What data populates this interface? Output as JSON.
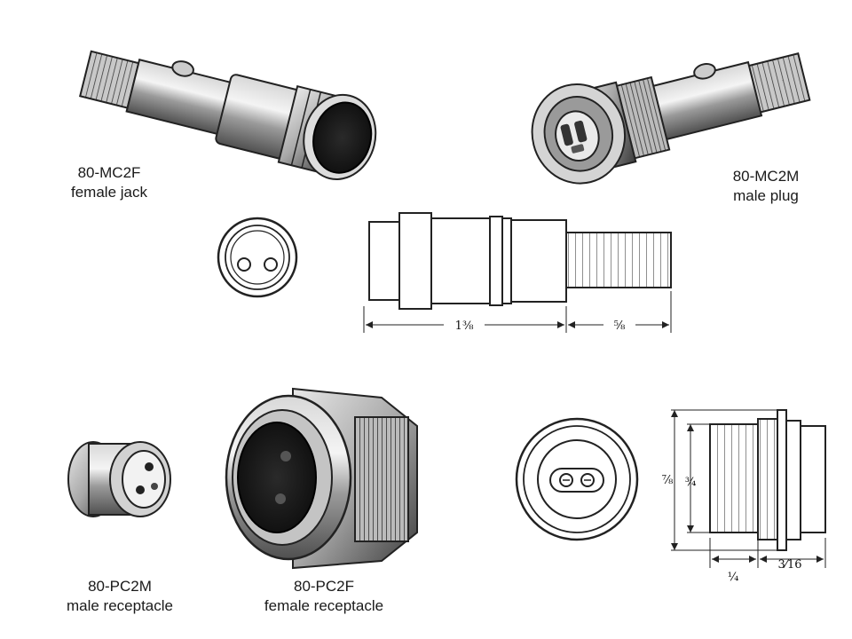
{
  "figures": [
    {
      "part_number": "80-MC2F",
      "description": "female jack"
    },
    {
      "part_number": "80-MC2M",
      "description": "male plug"
    },
    {
      "part_number": "80-PC2M",
      "description": "male receptacle"
    },
    {
      "part_number": "80-PC2F",
      "description": "female receptacle"
    }
  ],
  "dimensions": {
    "plug_body_length": "1⅜",
    "plug_tail_length": "⅝",
    "receptacle_outer_height": "⅞",
    "receptacle_inner_height": "¾",
    "receptacle_depth_front": "¼",
    "receptacle_depth_rear": "3⁄16"
  }
}
